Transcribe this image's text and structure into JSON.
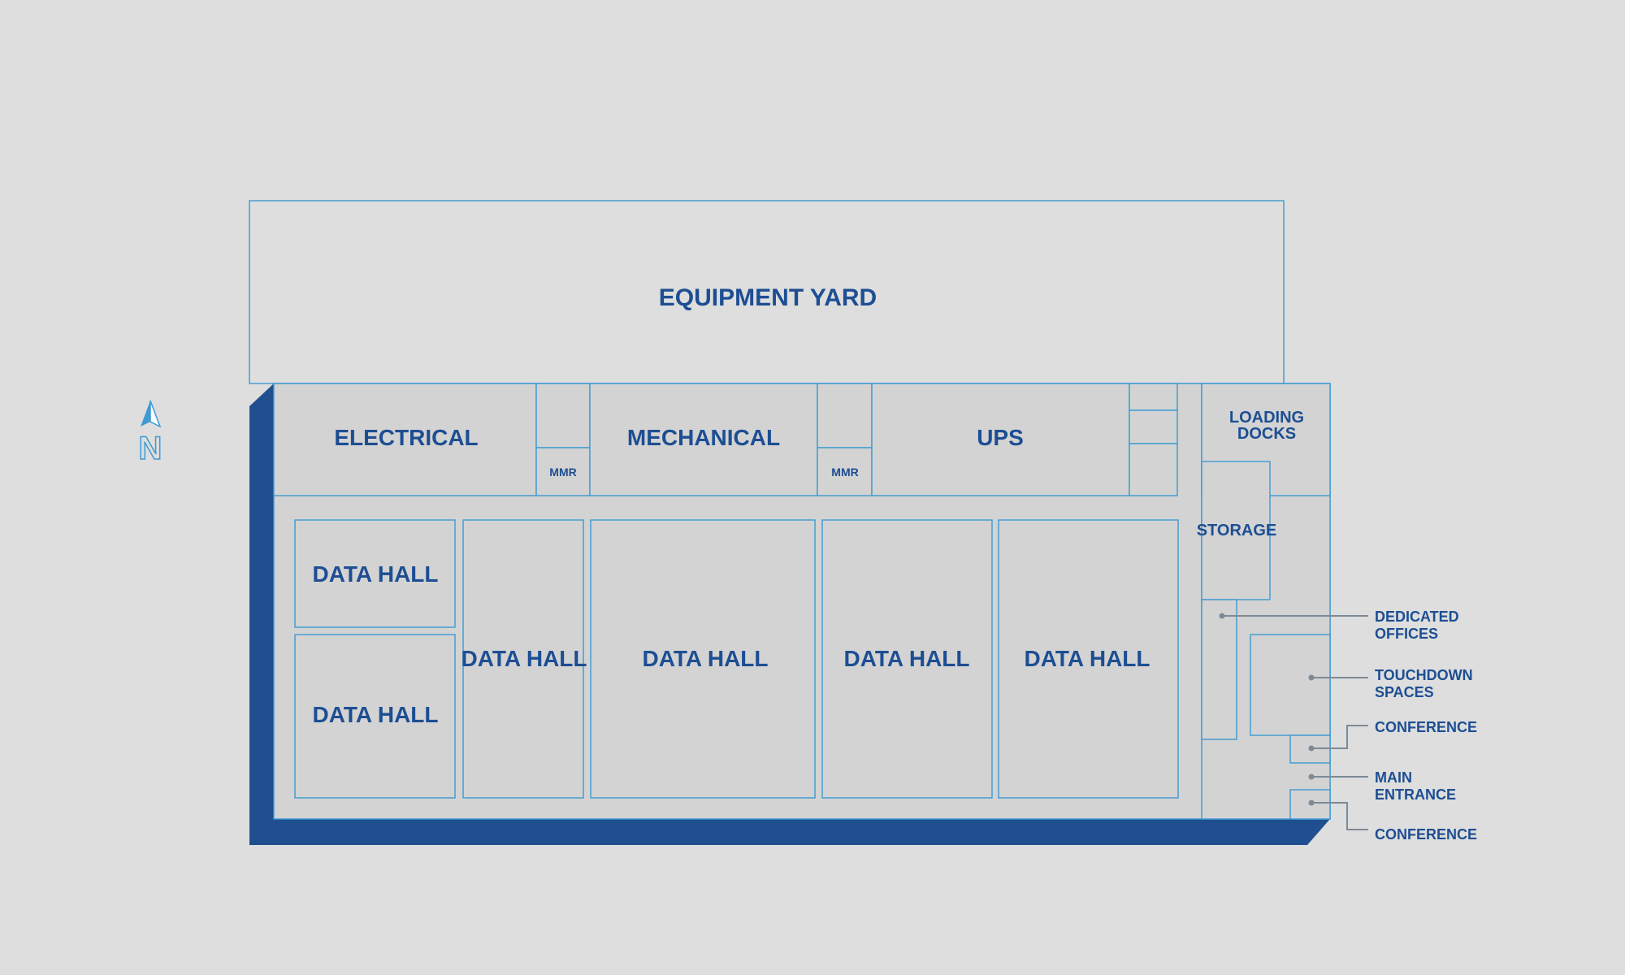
{
  "yard": {
    "label": "EQUIPMENT YARD"
  },
  "top_row": {
    "electrical": "ELECTRICAL",
    "mmr_1": "MMR",
    "mechanical": "MECHANICAL",
    "mmr_2": "MMR",
    "ups": "UPS"
  },
  "data_halls": [
    "DATA HALL",
    "DATA HALL",
    "DATA HALL",
    "DATA HALL",
    "DATA HALL",
    "DATA HALL"
  ],
  "support": {
    "loading_line1": "LOADING",
    "loading_line2": "DOCKS",
    "storage": "STORAGE"
  },
  "callouts": {
    "dedicated_offices": [
      "DEDICATED",
      "OFFICES"
    ],
    "touchdown_spaces": [
      "TOUCHDOWN",
      "SPACES"
    ],
    "conference_1": "CONFERENCE",
    "main_entrance": [
      "MAIN",
      "ENTRANCE"
    ],
    "conference_2": "CONFERENCE"
  },
  "compass": {
    "letter": "N"
  },
  "colors": {
    "background": "#dedede",
    "room_fill": "#d3d3d3",
    "outline": "#3d9ad3",
    "wall": "#1f4f8f",
    "label": "#1d4e93",
    "leader": "#7d8a96"
  }
}
